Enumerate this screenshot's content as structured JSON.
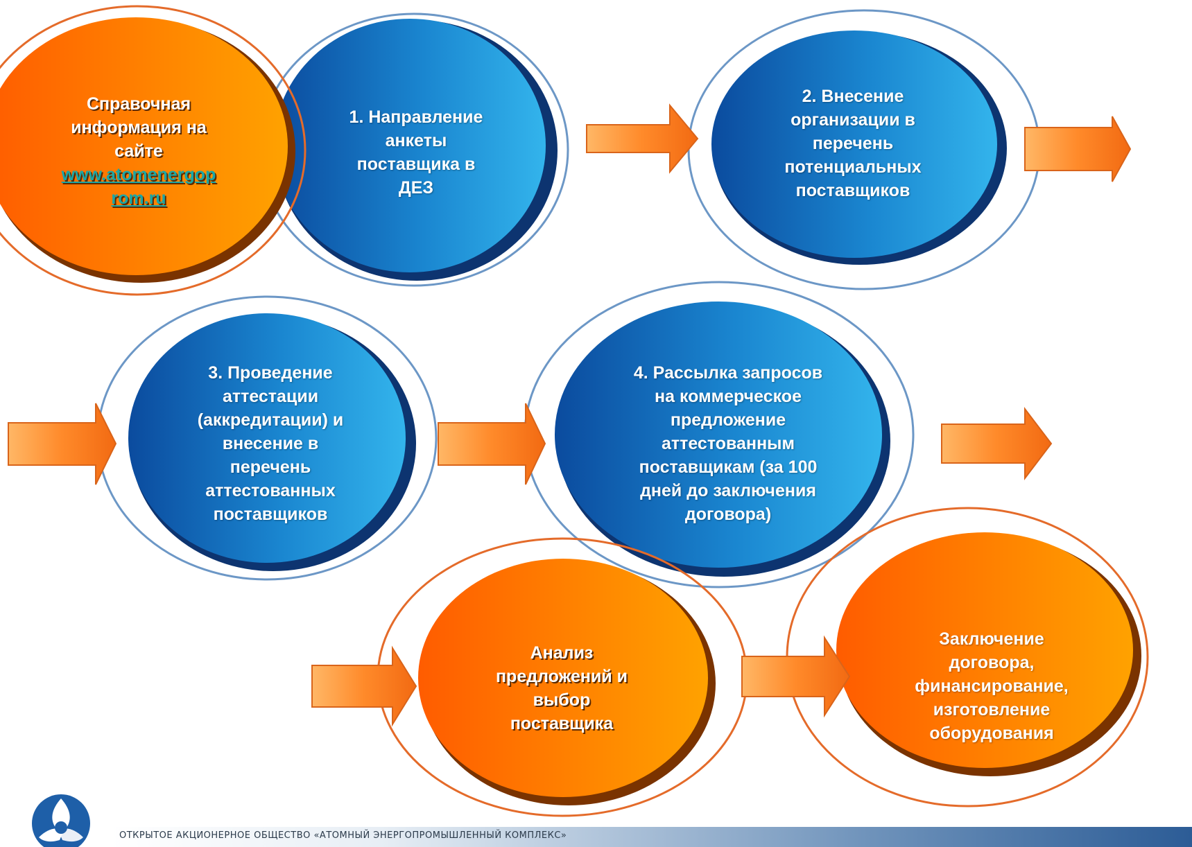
{
  "nodes": {
    "info": {
      "text_lines": [
        "Справочная",
        "информация на",
        "сайте"
      ],
      "link_lines": [
        "www.atomenergop",
        "rom.ru"
      ]
    },
    "step1": {
      "lines": [
        "1. Направление",
        "анкеты",
        "поставщика в",
        "ДЕЗ"
      ]
    },
    "step2": {
      "lines": [
        "2. Внесение",
        "организации в",
        "перечень",
        "потенциальных",
        "поставщиков"
      ]
    },
    "step3": {
      "lines": [
        "3. Проведение",
        "аттестации",
        "(аккредитации) и",
        "внесение в",
        "перечень",
        "аттестованных",
        "поставщиков"
      ]
    },
    "step4": {
      "lines": [
        "4. Рассылка запросов",
        "на коммерческое",
        "предложение",
        "аттестованным",
        "поставщикам (за 100",
        "дней до заключения",
        "договора)"
      ]
    },
    "analysis": {
      "lines": [
        "Анализ",
        "предложений и",
        "выбор",
        "поставщика"
      ]
    },
    "contract": {
      "lines": [
        "Заключение",
        "договора,",
        "финансирование,",
        "изготовление",
        "оборудования"
      ]
    }
  },
  "footer": {
    "company": "ОТКРЫТОЕ АКЦИОНЕРНОЕ ОБЩЕСТВО «АТОМНЫЙ ЭНЕРГОПРОМЫШЛЕННЫЙ КОМПЛЕКС»"
  },
  "colors": {
    "blue_dark": "#0d4fa3",
    "blue_light": "#2aaae6",
    "orange_dark": "#ff6a00",
    "orange_light": "#ffa000",
    "ring_blue": "#6c97c6",
    "ring_orange": "#e46b2a",
    "arrow_stroke": "#d9641a"
  },
  "icons": {
    "logo": "rosatom-logo",
    "arrow": "right-arrow-icon"
  }
}
